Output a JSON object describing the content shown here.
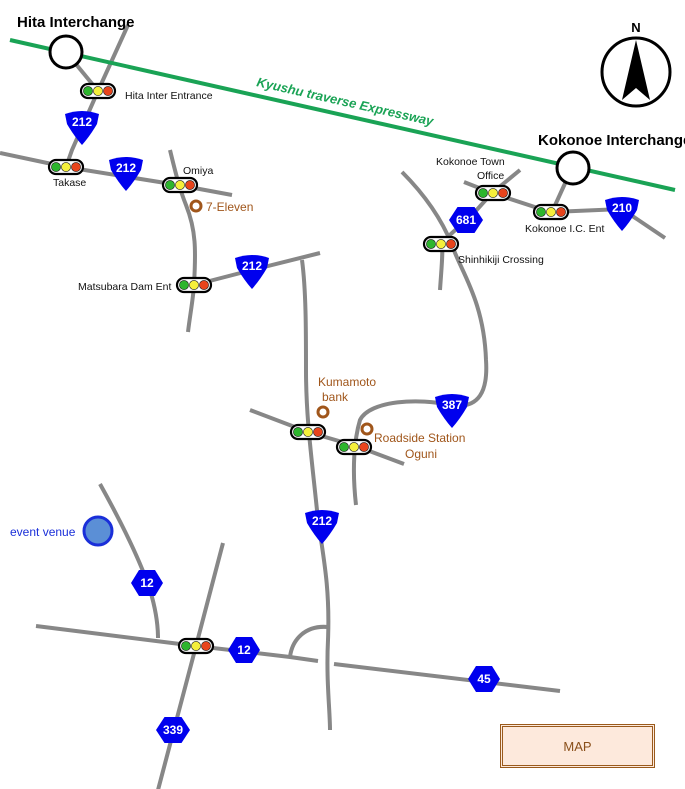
{
  "map": {
    "expressway": {
      "name": "Kyushu traverse  Expressway",
      "color": "#1aa355"
    },
    "interchanges": [
      {
        "id": "hita",
        "name": "Hita Interchange"
      },
      {
        "id": "kokonoe",
        "name": "Kokonoe Interchange"
      }
    ],
    "compass": {
      "label": "N"
    },
    "traffic_lights": [
      {
        "id": "hita-inter-entrance",
        "label": "Hita Inter Entrance"
      },
      {
        "id": "takase",
        "label": "Takase"
      },
      {
        "id": "omiya",
        "label": "Omiya"
      },
      {
        "id": "matsubara-dam-ent",
        "label": "Matsubara Dam Ent"
      },
      {
        "id": "kokonoe-town-office",
        "label": "Kokonoe Town Office",
        "label_lines": [
          "Kokonoe Town",
          "Office"
        ]
      },
      {
        "id": "kokonoe-ic-ent",
        "label": "Kokonoe I.C. Ent"
      },
      {
        "id": "shinhikiji-crossing",
        "label": "Shinhikiji Crossing"
      },
      {
        "id": "kumamoto-bank-crossing",
        "label": ""
      },
      {
        "id": "roadside-station-crossing",
        "label": ""
      },
      {
        "id": "route12-339-crossing",
        "label": ""
      }
    ],
    "traffic_light_colors": {
      "green": "#2db52d",
      "yellow": "#f5ef3c",
      "red": "#e8441c"
    },
    "route_shields": [
      {
        "id": "r212-a",
        "number": "212",
        "type": "national"
      },
      {
        "id": "r212-b",
        "number": "212",
        "type": "national"
      },
      {
        "id": "r212-c",
        "number": "212",
        "type": "national"
      },
      {
        "id": "r212-d",
        "number": "212",
        "type": "national"
      },
      {
        "id": "r210",
        "number": "210",
        "type": "national"
      },
      {
        "id": "r387",
        "number": "387",
        "type": "national"
      },
      {
        "id": "r681",
        "number": "681",
        "type": "prefectural"
      },
      {
        "id": "r12-a",
        "number": "12",
        "type": "prefectural"
      },
      {
        "id": "r12-b",
        "number": "12",
        "type": "prefectural"
      },
      {
        "id": "r339",
        "number": "339",
        "type": "prefectural"
      },
      {
        "id": "r45",
        "number": "45",
        "type": "prefectural"
      }
    ],
    "shield_color": "#0000ee",
    "poi": [
      {
        "id": "seven-eleven",
        "label": "7-Eleven"
      },
      {
        "id": "kumamoto-bank",
        "label": "Kumamoto bank",
        "label_lines": [
          "Kumamoto",
          "bank"
        ]
      },
      {
        "id": "roadside-station-oguni",
        "label": "Roadside Station Oguni",
        "label_lines": [
          "Roadside Station",
          "Oguni"
        ]
      }
    ],
    "poi_color": "#a0561b",
    "event_venue": {
      "label": "event venue",
      "color": "#5b8fd6"
    }
  },
  "button": {
    "label": "MAP"
  }
}
